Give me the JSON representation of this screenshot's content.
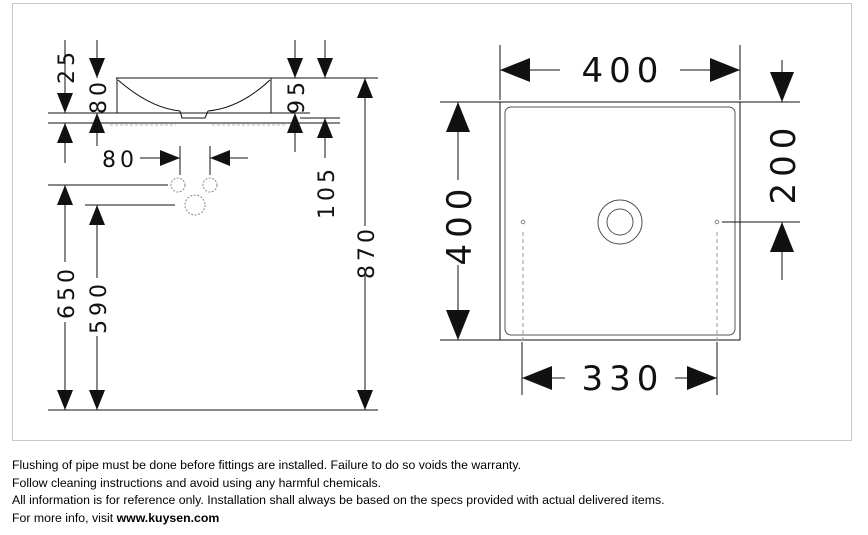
{
  "drawing": {
    "side_view": {
      "dims": {
        "d25": "25",
        "d80v": "80",
        "d95": "95",
        "d105": "105",
        "d870": "870",
        "d80h": "80",
        "d650": "650",
        "d590": "590"
      }
    },
    "top_view": {
      "dims": {
        "width_top": "400",
        "depth_left": "400",
        "drain_offset": "200",
        "hole_spacing": "330"
      }
    }
  },
  "notes": {
    "line1": "Flushing of pipe must be done before fittings are installed. Failure to do so voids the warranty.",
    "line2": "Follow cleaning instructions and avoid using any harmful chemicals.",
    "line3": "All information is for reference only. Installation shall always be based on the specs provided with actual delivered items.",
    "line4_prefix": "For more info, visit ",
    "line4_link": "www.kuysen.com"
  }
}
